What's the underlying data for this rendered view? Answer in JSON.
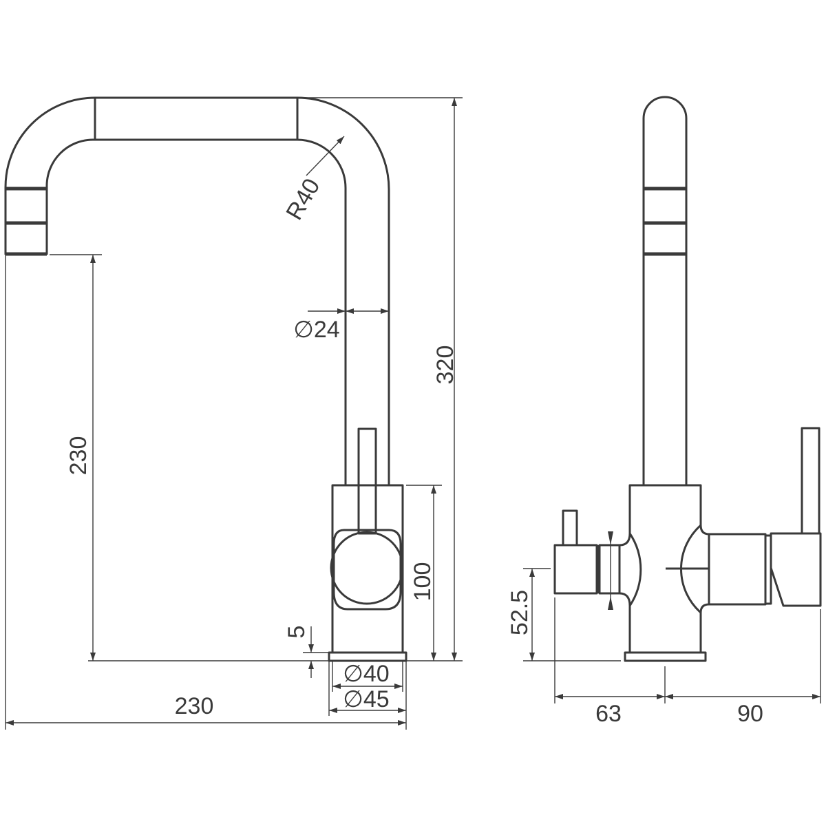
{
  "title": "Kitchen mixer tap dimension drawing",
  "front_view": {
    "dimensions": {
      "total_height": "320",
      "spout_height": "230",
      "radius": "R40",
      "spout_diameter": "∅24",
      "body_height": "100",
      "base_thickness": "5",
      "body_diameter": "∅40",
      "base_diameter": "∅45",
      "reach": "230"
    }
  },
  "side_view": {
    "dimensions": {
      "side_valve_height": "52.5",
      "left_depth": "63",
      "right_depth": "90"
    }
  }
}
